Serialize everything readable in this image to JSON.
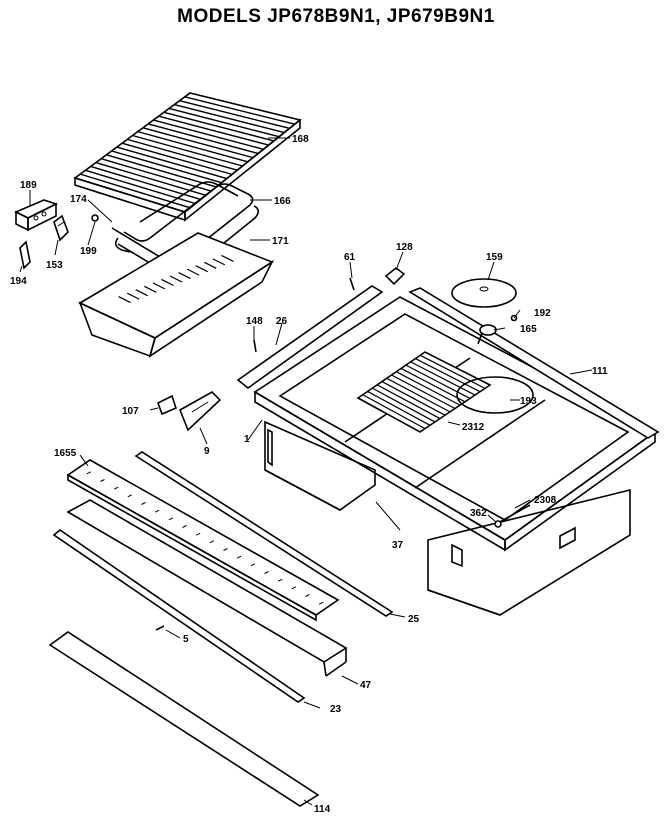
{
  "title": "MODELS JP678B9N1, JP679B9N1",
  "callouts": [
    {
      "id": "c168",
      "text": "168"
    },
    {
      "id": "c166",
      "text": "166"
    },
    {
      "id": "c174",
      "text": "174"
    },
    {
      "id": "c189",
      "text": "189"
    },
    {
      "id": "c199",
      "text": "199"
    },
    {
      "id": "c171",
      "text": "171"
    },
    {
      "id": "c153",
      "text": "153"
    },
    {
      "id": "c194",
      "text": "194"
    },
    {
      "id": "c128",
      "text": "128"
    },
    {
      "id": "c61",
      "text": "61"
    },
    {
      "id": "c159",
      "text": "159"
    },
    {
      "id": "c192",
      "text": "192"
    },
    {
      "id": "c165",
      "text": "165"
    },
    {
      "id": "c148",
      "text": "148"
    },
    {
      "id": "c26",
      "text": "26"
    },
    {
      "id": "c111",
      "text": "111"
    },
    {
      "id": "c193",
      "text": "193"
    },
    {
      "id": "c107",
      "text": "107"
    },
    {
      "id": "c9",
      "text": "9"
    },
    {
      "id": "c1",
      "text": "1"
    },
    {
      "id": "c2312",
      "text": "2312"
    },
    {
      "id": "c1655",
      "text": "1655"
    },
    {
      "id": "c2308",
      "text": "2308"
    },
    {
      "id": "c362",
      "text": "362"
    },
    {
      "id": "c37",
      "text": "37"
    },
    {
      "id": "c25",
      "text": "25"
    },
    {
      "id": "c5",
      "text": "5"
    },
    {
      "id": "c47",
      "text": "47"
    },
    {
      "id": "c23",
      "text": "23"
    },
    {
      "id": "c114",
      "text": "114"
    }
  ]
}
